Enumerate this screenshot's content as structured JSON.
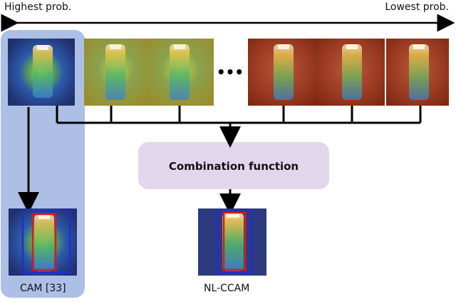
{
  "scale": {
    "left_label": "Highest prob.",
    "right_label": "Lowest prob."
  },
  "ellipsis": "•••",
  "combination_label": "Combination function",
  "cam_label": "CAM [33]",
  "output_label": "NL-CCAM",
  "colors": {
    "panel": "#aebfe6",
    "combo_box": "#e2d6ec",
    "line": "#000000",
    "bbox_blue": "#1f2fd0",
    "bbox_red": "#e01818"
  },
  "heatmaps": [
    {
      "tone": "warm-blue"
    },
    {
      "tone": "green-yellow"
    },
    {
      "tone": "green-yellow"
    },
    {
      "tone": "red"
    },
    {
      "tone": "red"
    },
    {
      "tone": "red"
    }
  ]
}
